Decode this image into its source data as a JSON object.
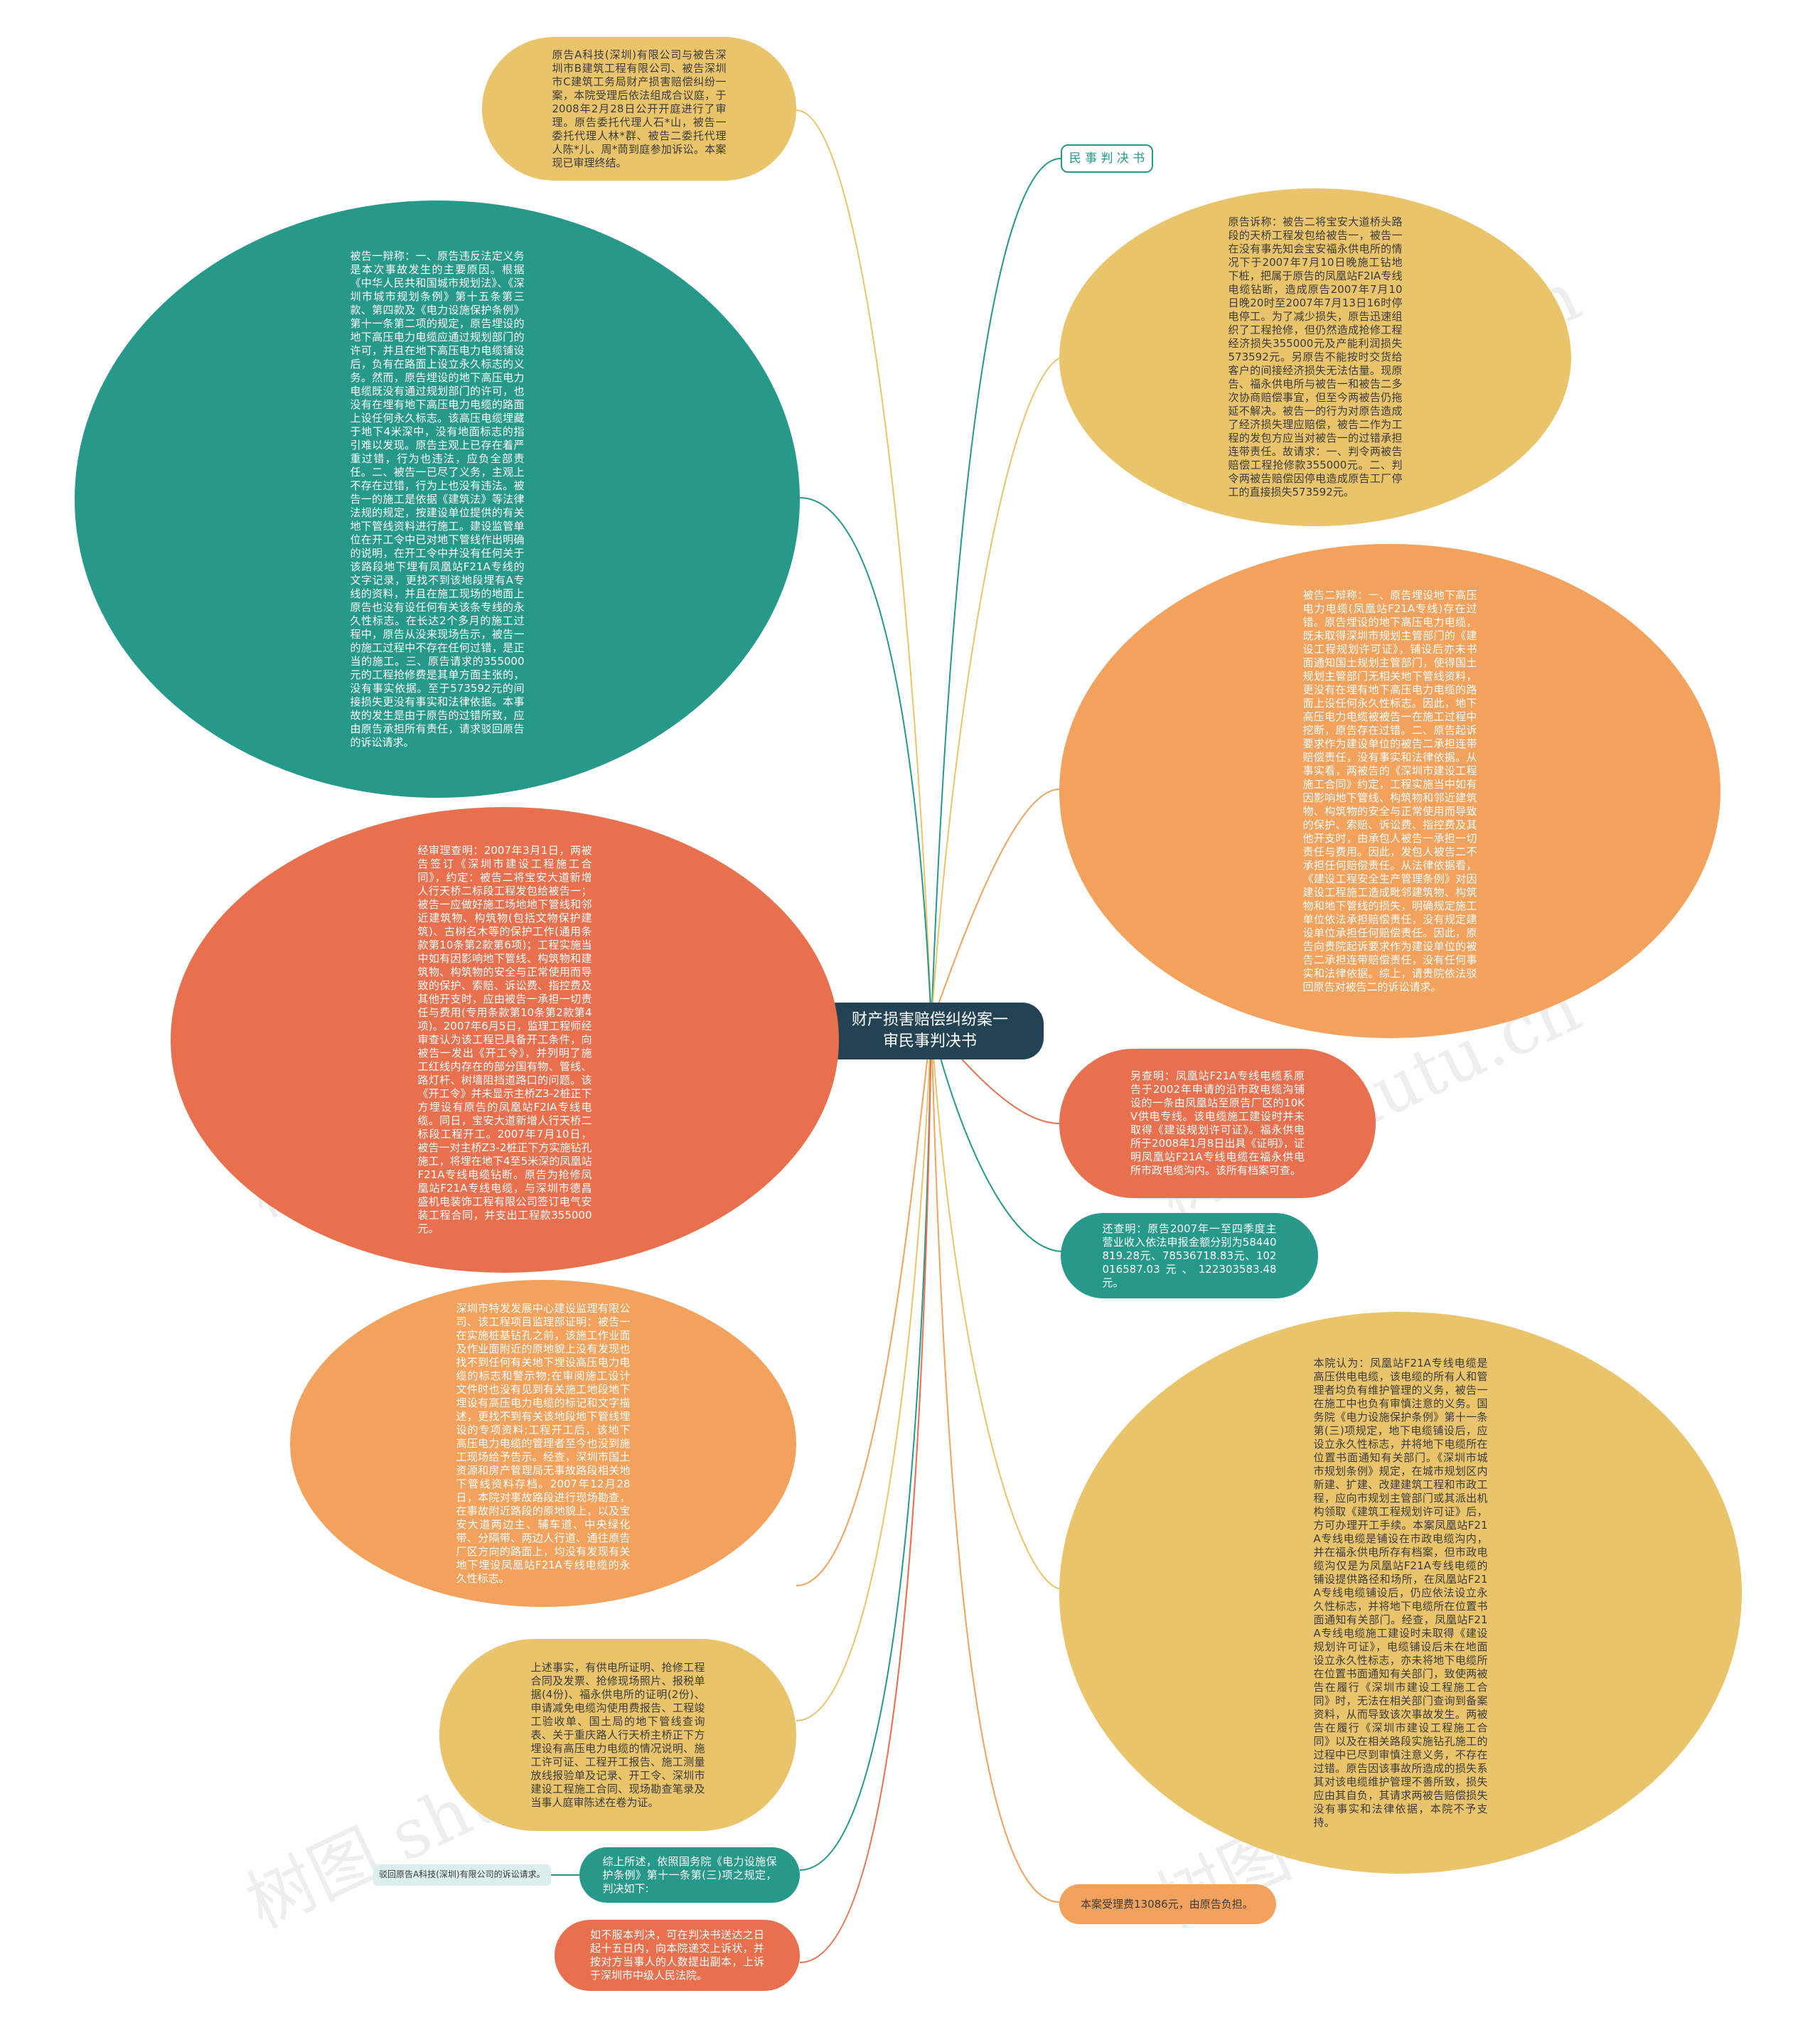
{
  "colors": {
    "teal": "#26998a",
    "orange_red": "#e8704e",
    "orange": "#f2a25c",
    "yellow": "#e9c46a",
    "dark_navy": "#234354",
    "tag_bg": "#ddeeee"
  },
  "center": {
    "title": "财产损害赔偿纠纷案一审民事判决书"
  },
  "right": {
    "n1": "民 事 判 决 书",
    "n2": "原告诉称：被告二将宝安大道桥头路段的天桥工程发包给被告一，被告一在没有事先知会宝安福永供电所的情况下于2007年7月10日晚施工钻地下桩，把属于原告的凤凰站F2IA专线电缆钻断，造成原告2007年7月10日晚20时至2007年7月13日16时停电停工。为了减少损失，原告迅速组织了工程抢修，但仍然造成抢修工程经济损失355000元及产能利润损失573592元。另原告不能按时交货给客户的间接经济损失无法估量。现原告、福永供电所与被告一和被告二多次协商赔偿事宜，但至今两被告仍拖延不解决。被告一的行为对原告造成了经济损失理应赔偿，被告二作为工程的发包方应当对被告一的过错承担连带责任。故请求：一、判令两被告赔偿工程抢修款355000元。二、判令两被告赔偿因停电造成原告工厂停工的直接损失573592元。",
    "n3": "被告二辩称：一、原告埋设地下高压电力电缆(凤凰站F21A专线)存在过错。原告埋设的地下高压电力电缆，既未取得深圳市规划主管部门的《建设工程规划许可证》，铺设后亦未书面通知国土规划主管部门，使得国土规划主管部门无相关地下管线资料，更没有在埋有地下高压电力电缆的路面上设任何永久性标志。因此，地下高压电力电缆被被告一在施工过程中挖断，原告存在过错。二、原告起诉要求作为建设单位的被告二承担连带赔偿责任，没有事实和法律依据。从事实看，两被告的《深圳市建设工程施工合同》约定，工程实施当中如有因影响地下管线、构筑物和邻近建筑物、构筑物的安全与正常使用而导致的保护、索赔、诉讼费、指控费及其他开支时，由承包人被告一承担一切责任与费用。因此，发包人被告二不承担任何赔偿责任。从法律依据看，《建设工程安全生产管理条例》对因建设工程施工造成毗邻建筑物、构筑物和地下管线的损失，明确规定施工单位依法承担赔偿责任，没有规定建设单位承担任何赔偿责任。因此，原告向贵院起诉要求作为建设单位的被告二承担连带赔偿责任，没有任何事实和法律依据。综上，请贵院依法驳回原告对被告二的诉讼请求。",
    "n4": "另查明：凤凰站F21A专线电缆系原告于2002年申请的沿市政电缆沟铺设的一条由凤凰站至原告厂区的10KV供电专线。该电缆施工建设时并未取得《建设规划许可证》。福永供电所于2008年1月8日出具《证明》，证明凤凰站F21A专线电缆在福永供电所市政电缆沟内。该所有档案可查。",
    "n5": "还查明：原告2007年一至四季度主营业收入依法申报金额分别为58440819.28元、78536718.83元、102016587.03元、122303583.48元。",
    "n6": "本院认为：凤凰站F21A专线电缆是高压供电电缆，该电缆的所有人和管理者均负有维护管理的义务，被告一在施工中也负有审慎注意的义务。国务院《电力设施保护条例》第十一条第(三)项规定，地下电缆铺设后，应设立永久性标志，并将地下电缆所在位置书面通知有关部门。《深圳市城市规划条例》规定，在城市规划区内新建、扩建、改建建筑工程和市政工程，应向市规划主管部门或其派出机构领取《建筑工程规划许可证》后，方可办理开工手续。本案凤凰站F21A专线电缆是铺设在市政电缆沟内，并在福永供电所存有档案，但市政电缆沟仅是为凤凰站F21A专线电缆的铺设提供路径和场所，在凤凰站F21A专线电缆铺设后，仍应依法设立永久性标志，并将地下电缆所在位置书面通知有关部门。经查，凤凰站F21A专线电缆施工建设时未取得《建设规划许可证》，电缆铺设后未在地面设立永久性标志，亦未将地下电缆所在位置书面通知有关部门，致使两被告在履行《深圳市建设工程施工合同》时，无法在相关部门查询到备案资料，从而导致该次事故发生。两被告在履行《深圳市建设工程施工合同》以及在相关路段实施钻孔施工的过程中已尽到审慎注意义务，不存在过错。原告因该事故所造成的损失系其对该电缆维护管理不善所致，损失应由其自负，其请求两被告赔偿损失没有事实和法律依据，本院不予支持。",
    "n7": "本案受理费13086元，由原告负担。"
  },
  "left": {
    "n1": "原告A科技(深圳)有限公司与被告深圳市B建筑工程有限公司、被告深圳市C建筑工务局财产损害赔偿纠纷一案，本院受理后依法组成合议庭，于2008年2月28日公开开庭进行了审理。原告委托代理人石*山，被告一委托代理人林*群、被告二委托代理人陈*儿、周*茼到庭参加诉讼。本案现已审理终结。",
    "n2": "被告一辩称：一、原告违反法定义务是本次事故发生的主要原因。根据《中华人民共和国城市规划法》、《深圳市城市规划条例》第十五条第三款、第四款及《电力设施保护条例》第十一条第二项的规定，原告埋设的地下高压电力电缆应通过规划部门的许可，并且在地下高压电力电缆铺设后，负有在路面上设立永久标志的义务。然而，原告埋设的地下高压电力电缆既没有通过规划部门的许可，也没有在埋有地下高压电力电缆的路面上设任何永久标志。该高压电缆埋藏于地下4米深中，没有地面标志的指引难以发现。原告主观上已存在着严重过错，行为也违法，应负全部责任。二、被告一已尽了义务，主观上不存在过错，行为上也没有违法。被告一的施工是依据《建筑法》等法律法规的规定，按建设单位提供的有关地下管线资料进行施工。建设监管单位在开工令中已对地下管线作出明确的说明，在开工令中并没有任何关于该路段地下埋有凤凰站F21A专线的文字记录，更找不到该地段埋有A专线的资料，并且在施工现场的地面上原告也没有设任何有关该条专线的永久性标志。在长达2个多月的施工过程中，原告从没来现场告示，被告一的施工过程中不存在任何过错，是正当的施工。三、原告请求的355000元的工程抢修费是其单方面主张的，没有事实依据。至于573592元的间接损失更没有事实和法律依据。本事故的发生是由于原告的过错所致，应由原告承担所有责任，请求驳回原告的诉讼请求。",
    "n3": "经审理查明：2007年3月1日，两被告签订《深圳市建设工程施工合同》，约定：被告二将宝安大道新增人行天桥二标段工程发包给被告一；被告一应做好施工场地地下管线和邻近建筑物、构筑物(包括文物保护建筑)、古树名木等的保护工作(通用条款第10条第2款第6项)；工程实施当中如有因影响地下管线、构筑物和建筑物、构筑物的安全与正常使用而导致的保护、索赔、诉讼费、指控费及其他开支时，应由被告一承担一切责任与费用(专用条款第10条第2款第4项)。2007年6月5日，监理工程师经审查认为该工程已具备开工条件，向被告一发出《开工令》，并列明了施工红线内存在的部分国有物、管线、路灯杆、树墙阻挡道路口的问题。该《开工令》并未显示主桥Z3-2桩正下方埋设有原告的凤凰站F2IA专线电缆。同日，宝安大道新增人行天桥二标段工程开工。2007年7月10日，被告一对主桥Z3-2桩正下方实施钻孔施工，将埋在地下4至5米深的凤凰站F21A专线电缆钻断。原告为抢修凤凰站F21A专线电缆，与深圳市德昌盛机电装饰工程有限公司签订电气安装工程合同，并支出工程款355000元。",
    "n4": "深圳市特发发展中心建设监理有限公司、该工程项目监理部证明：被告一在实施桩基钻孔之前，该施工作业面及作业面附近的原地貌上没有发现也找不到任何有关地下埋设高压电力电缆的标志和警示物;在审阅施工设计文件时也没有见到有关施工地段地下埋设有高压电力电缆的标记和文字描述，更找不到有关该地段地下管线埋设的专项资料;工程开工后，该地下高压电力电缆的管理者至今也没到施工现场给予告示。经查，深圳市国土资源和房产管理局无事故路段相关地下管线资料存档。2007年12月28日，本院对事故路段进行现场勘查，在事故附近路段的原地貌上，以及宝安大道两边主、辅车道、中央绿化带、分隔带、两边人行道、通往原告厂区方向的路面上，均没有发现有关地下埋设凤凰站F21A专线电缆的永久性标志。",
    "n5": "上述事实，有供电所证明、抢修工程合同及发票、抢修现场照片、报税单据(4份)、福永供电所的证明(2份)、申请减免电缆沟使用费报告、工程竣工验收单、国土局的地下管线查询表、关于重庆路人行天桥主桥正下方埋设有高压电力电缆的情况说明、施工许可证、工程开工报告、施工测量放线报验单及记录、开工令、深圳市建设工程施工合同、现场勘查笔录及当事人庭审陈述在卷为证。",
    "n6": "综上所述，依照国务院《电力设施保护条例》第十一条第(三)项之规定，判决如下:",
    "n6_sub": "驳回原告A科技(深圳)有限公司的诉讼请求。",
    "n7": "如不服本判决，可在判决书送达之日起十五日内，向本院递交上诉状，并按对方当事人的人数提出副本，上诉于深圳市中级人民法院。"
  },
  "watermark": "树图 shutu.cn"
}
